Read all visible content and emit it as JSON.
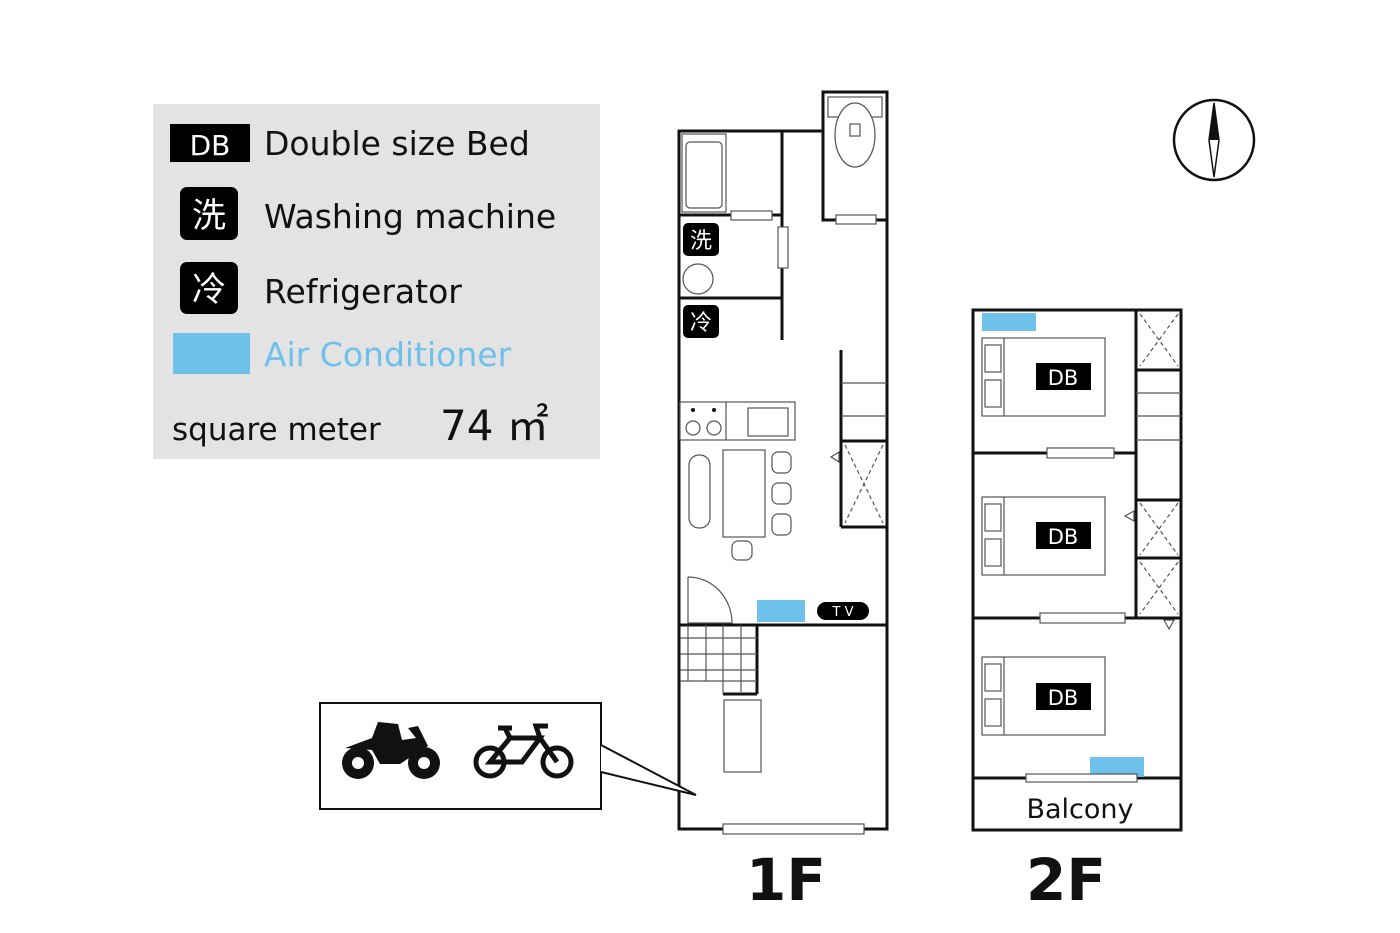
{
  "legend": {
    "bed_badge": "DB",
    "bed_label": "Double size Bed",
    "washer_badge": "洗",
    "washer_label": "Washing machine",
    "fridge_badge": "冷",
    "fridge_label": "Refrigerator",
    "ac_label": "Air Conditioner",
    "area_label": "square meter",
    "area_value": "74 ㎡"
  },
  "colors": {
    "ac": "#6ec1ea",
    "legend_bg": "#e3e3e3",
    "ink": "#111111"
  },
  "floor1": {
    "label": "1F",
    "washer_badge": "洗",
    "fridge_badge": "冷",
    "tv_label": "T V",
    "parking_icons": [
      "motorcycle-icon",
      "bicycle-icon"
    ]
  },
  "floor2": {
    "label": "2F",
    "beds": [
      "DB",
      "DB",
      "DB"
    ],
    "balcony_label": "Balcony"
  },
  "compass": {
    "icon": "north-arrow-icon"
  }
}
